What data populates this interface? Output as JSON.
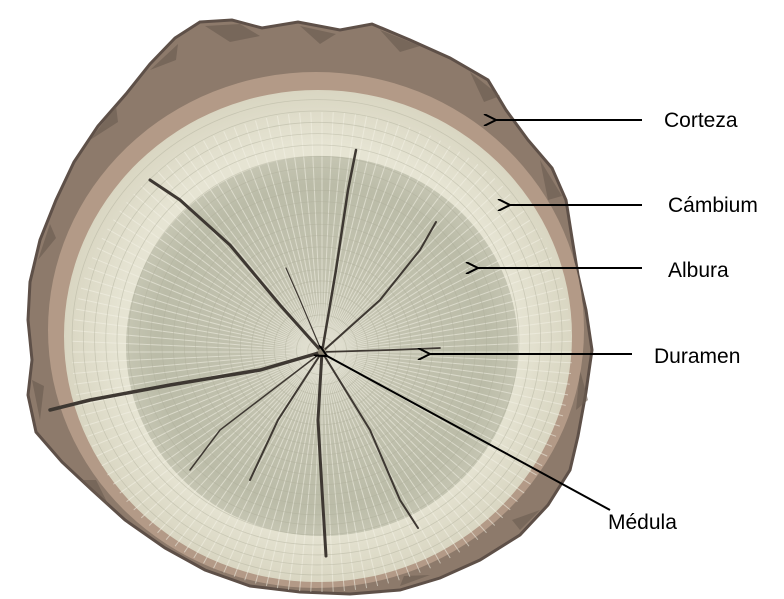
{
  "labels": {
    "corteza": "Corteza",
    "cambium": "Cámbium",
    "albura": "Albura",
    "duramen": "Duramen",
    "medula": "Médula"
  },
  "colors": {
    "bark": "#8f7c6c",
    "bark_dark": "#5e5048",
    "cambium_ring": "#b59a86",
    "sapwood": "#e4e2d0",
    "heartwood": "#bfc0ac",
    "crack": "#3e3832",
    "ray": "#f6f4ea",
    "text": "#000000"
  }
}
